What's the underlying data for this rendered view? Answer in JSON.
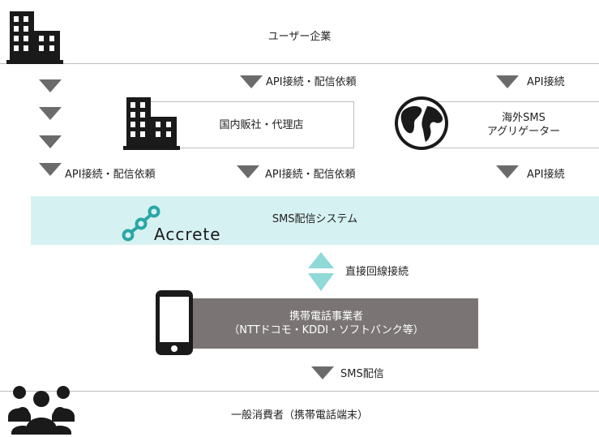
{
  "user_company": {
    "label": "ユーザー企業"
  },
  "agency": {
    "label": "国内販社・代理店"
  },
  "aggregator": {
    "line1": "海外SMS",
    "line2": "アグリゲーター"
  },
  "connections": {
    "top_middle": "API接続・配信依頼",
    "top_right": "API接続",
    "bottom_left": "API接続・配信依頼",
    "bottom_middle": "API接続・配信依頼",
    "bottom_right": "API接続"
  },
  "sms_system": {
    "label": "SMS配信システム",
    "logo_text": "Accrete"
  },
  "direct_line": {
    "label": "直接回線接続"
  },
  "carrier": {
    "line1": "携帯電話事業者",
    "line2": "（NTTドコモ・KDDI・ソフトバンク等）"
  },
  "sms_delivery": {
    "label": "SMS配信"
  },
  "consumer": {
    "label": "一般消費者（携帯電話端末）"
  },
  "colors": {
    "system_bg": "#d6f1f1",
    "carrier_bg": "#7a7574",
    "arrow": "#6b6b6b",
    "accent": "#2aa7a5"
  }
}
